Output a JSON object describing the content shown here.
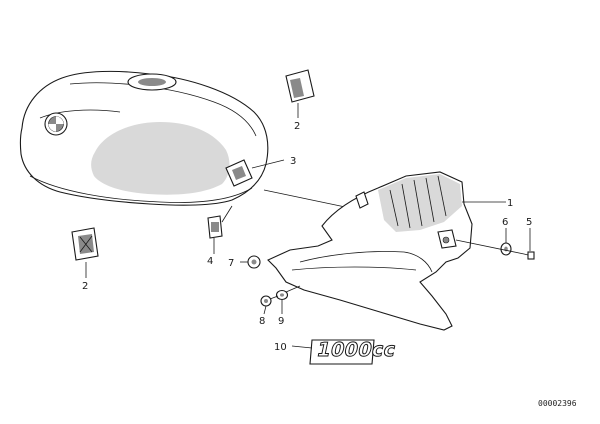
{
  "callouts": {
    "c1": "1",
    "c2a": "2",
    "c2b": "2",
    "c3": "3",
    "c4": "4",
    "c5": "5",
    "c6": "6",
    "c7": "7",
    "c8": "8",
    "c9": "9",
    "c10": "10"
  },
  "decal_text": "1000cc",
  "document_number": "00002396"
}
